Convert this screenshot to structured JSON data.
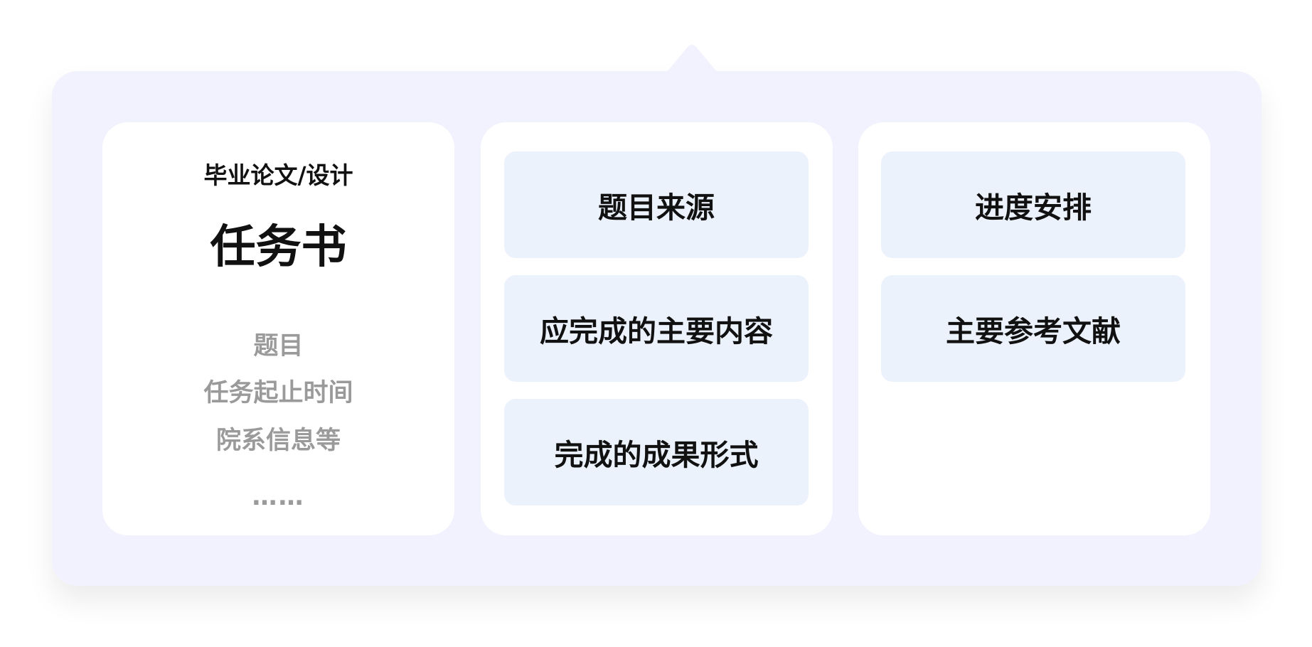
{
  "left_card": {
    "subtitle": "毕业论文/设计",
    "title": "任务书",
    "items": [
      "题目",
      "任务起止时间",
      "院系信息等"
    ],
    "ellipsis": "……"
  },
  "middle_card": {
    "items": [
      "题目来源",
      "应完成的主要内容",
      "完成的成果形式"
    ]
  },
  "right_card": {
    "items": [
      "进度安排",
      "主要参考文献"
    ]
  }
}
